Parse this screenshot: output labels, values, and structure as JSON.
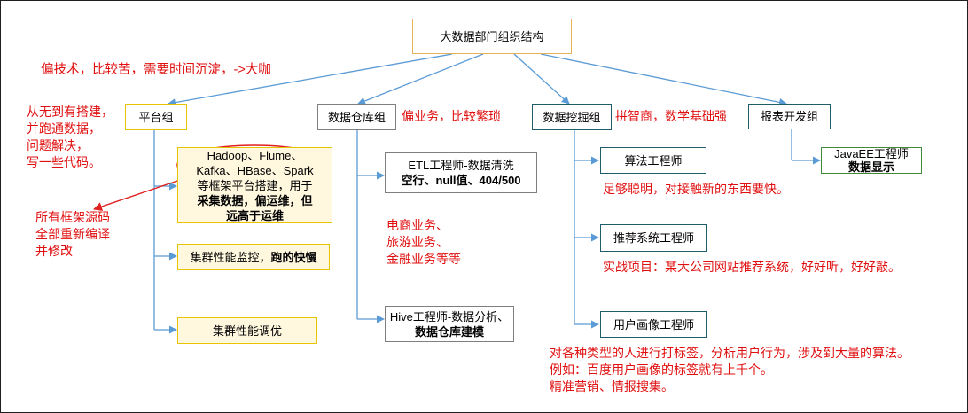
{
  "root": {
    "label": "大数据部门组织结构"
  },
  "departments": [
    {
      "label": "平台组"
    },
    {
      "label": "数据仓库组"
    },
    {
      "label": "数据挖掘组"
    },
    {
      "label": "报表开发组"
    }
  ],
  "platform": {
    "framework_lines": [
      "Hadoop、Flume、",
      "Kafka、HBase、Spark",
      "等框架平台搭建，用于"
    ],
    "framework_bold": [
      "采集数据，偏运维，但",
      "远高于运维"
    ],
    "monitor": {
      "text": "集群性能监控，",
      "bold": "跑的快慢"
    },
    "tuning": "集群性能调优"
  },
  "warehouse": {
    "etl_line1": "ETL工程师-数据清洗",
    "etl_line2": "空行、null值、404/500",
    "hive_line1": "Hive工程师-数据分析、",
    "hive_line2": "数据仓库建模"
  },
  "mining": {
    "algorithm": "算法工程师",
    "recommend": "推荐系统工程师",
    "profile": "用户画像工程师"
  },
  "report": {
    "line1": "JavaEE工程师",
    "line2": "数据显示"
  },
  "notes": {
    "top": "偏技术，比较苦，需要时间沉淀，->大咖",
    "platform": [
      "从无到有搭建，",
      "并跑通数据，",
      "问题解决，",
      "写一些代码。"
    ],
    "source": [
      "所有框架源码",
      "全部重新编译",
      "并修改"
    ],
    "warehouse": "偏业务，比较繁琐",
    "business": [
      "电商业务、",
      "旅游业务、",
      "金融业务等等"
    ],
    "mining": "拼智商，数学基础强",
    "algorithm": "足够聪明，对接触新的东西要快。",
    "recommend": "实战项目：某大公司网站推荐系统，好好听，好好敲。",
    "profile": [
      "对各种类型的人进行打标签，分析用户行为，涉及到大量的算法。",
      "例如：百度用户画像的标签就有上千个。",
      "精准营销、情报搜集。"
    ]
  },
  "colors": {
    "line": "#5b9bd5",
    "note": "#e01010",
    "oval": "#e02020"
  }
}
